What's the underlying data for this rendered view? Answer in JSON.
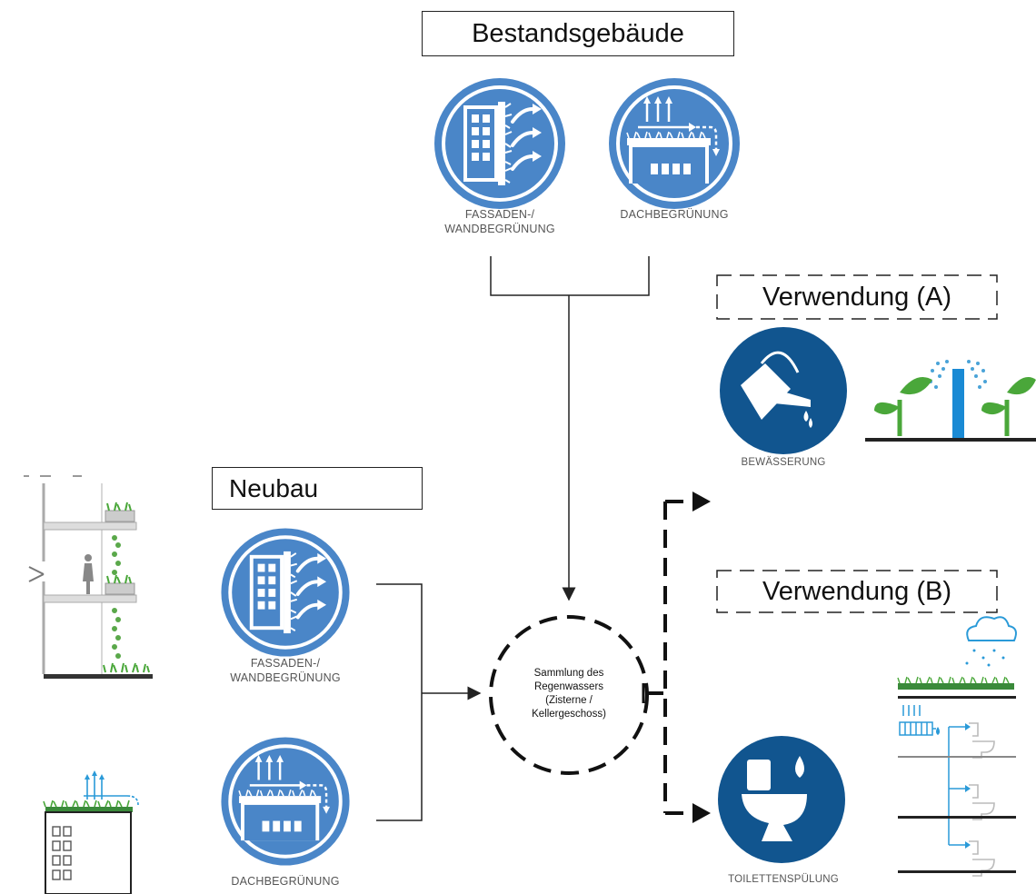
{
  "titles": {
    "existing": "Bestandsgebäude",
    "newbuild": "Neubau",
    "use_a": "Verwendung (A)",
    "use_b": "Verwendung (B)"
  },
  "labels": {
    "facade_top_1": "FASSADEN-/",
    "facade_top_2": "WANDBEGRÜNUNG",
    "roof_top": "DACHBEGRÜNUNG",
    "facade_new_1": "FASSADEN-/",
    "facade_new_2": "WANDBEGRÜNUNG",
    "roof_new": "DACHBEGRÜNUNG",
    "irrigation": "BEWÄSSERUNG",
    "toilet": "TOILETTENSPÜLUNG"
  },
  "collection": "Sammlung des\nRegenwassers\n(Zisterne /\nKellergeschoss)",
  "colors": {
    "light_blue": "#4a86c8",
    "dark_blue": "#11558f",
    "green": "#4aa73a",
    "line": "#222222"
  }
}
